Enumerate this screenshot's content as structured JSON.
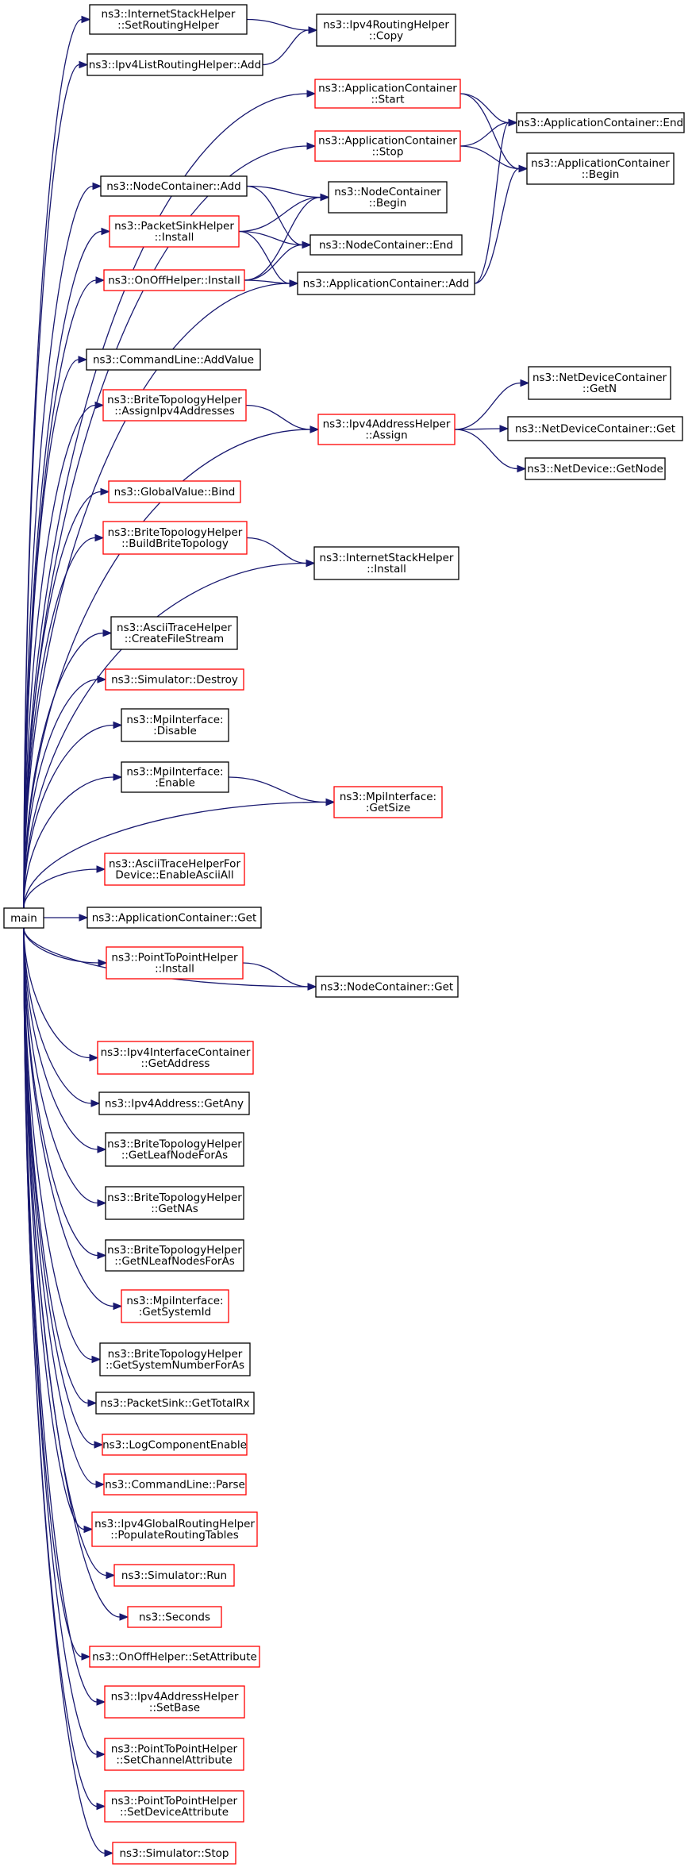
{
  "colors": {
    "edge": "#191970",
    "border_normal": "#000000",
    "border_highlight": "#ff0000",
    "root_fill": "#bfbfbf",
    "background": "#ffffff"
  },
  "root": {
    "id": "main",
    "label": "main"
  },
  "nodes": [
    {
      "id": "n1",
      "lines": [
        "ns3::InternetStackHelper",
        "::SetRoutingHelper"
      ],
      "style": "normal"
    },
    {
      "id": "n2",
      "lines": [
        "ns3::Ipv4RoutingHelper",
        "::Copy"
      ],
      "style": "normal"
    },
    {
      "id": "n3",
      "lines": [
        "ns3::Ipv4ListRoutingHelper::Add"
      ],
      "style": "normal"
    },
    {
      "id": "n4",
      "lines": [
        "ns3::ApplicationContainer",
        "::Start"
      ],
      "style": "red"
    },
    {
      "id": "n5",
      "lines": [
        "ns3::ApplicationContainer::End"
      ],
      "style": "normal"
    },
    {
      "id": "n6",
      "lines": [
        "ns3::ApplicationContainer",
        "::Stop"
      ],
      "style": "red"
    },
    {
      "id": "n7",
      "lines": [
        "ns3::ApplicationContainer",
        "::Begin"
      ],
      "style": "normal"
    },
    {
      "id": "n8",
      "lines": [
        "ns3::NodeContainer::Add"
      ],
      "style": "normal"
    },
    {
      "id": "n9",
      "lines": [
        "ns3::NodeContainer",
        "::Begin"
      ],
      "style": "normal"
    },
    {
      "id": "n10",
      "lines": [
        "ns3::PacketSinkHelper",
        "::Install"
      ],
      "style": "red"
    },
    {
      "id": "n11",
      "lines": [
        "ns3::NodeContainer::End"
      ],
      "style": "normal"
    },
    {
      "id": "n12",
      "lines": [
        "ns3::OnOffHelper::Install"
      ],
      "style": "red"
    },
    {
      "id": "n13",
      "lines": [
        "ns3::ApplicationContainer::Add"
      ],
      "style": "normal"
    },
    {
      "id": "n14",
      "lines": [
        "ns3::CommandLine::AddValue"
      ],
      "style": "normal"
    },
    {
      "id": "n15",
      "lines": [
        "ns3::BriteTopologyHelper",
        "::AssignIpv4Addresses"
      ],
      "style": "red"
    },
    {
      "id": "n16",
      "lines": [
        "ns3::NetDeviceContainer",
        "::GetN"
      ],
      "style": "normal"
    },
    {
      "id": "n17",
      "lines": [
        "ns3::Ipv4AddressHelper",
        "::Assign"
      ],
      "style": "red"
    },
    {
      "id": "n18",
      "lines": [
        "ns3::NetDeviceContainer::Get"
      ],
      "style": "normal"
    },
    {
      "id": "n19",
      "lines": [
        "ns3::NetDevice::GetNode"
      ],
      "style": "normal"
    },
    {
      "id": "n20",
      "lines": [
        "ns3::GlobalValue::Bind"
      ],
      "style": "red"
    },
    {
      "id": "n21",
      "lines": [
        "ns3::BriteTopologyHelper",
        "::BuildBriteTopology"
      ],
      "style": "red"
    },
    {
      "id": "n22",
      "lines": [
        "ns3::InternetStackHelper",
        "::Install"
      ],
      "style": "normal"
    },
    {
      "id": "n23",
      "lines": [
        "ns3::AsciiTraceHelper",
        "::CreateFileStream"
      ],
      "style": "normal"
    },
    {
      "id": "n24",
      "lines": [
        "ns3::Simulator::Destroy"
      ],
      "style": "red"
    },
    {
      "id": "n25",
      "lines": [
        "ns3::MpiInterface:",
        ":Disable"
      ],
      "style": "normal"
    },
    {
      "id": "n26",
      "lines": [
        "ns3::MpiInterface:",
        ":Enable"
      ],
      "style": "normal"
    },
    {
      "id": "n27",
      "lines": [
        "ns3::MpiInterface:",
        ":GetSize"
      ],
      "style": "red"
    },
    {
      "id": "n28",
      "lines": [
        "ns3::AsciiTraceHelperFor",
        "Device::EnableAsciiAll"
      ],
      "style": "red"
    },
    {
      "id": "n29",
      "lines": [
        "ns3::ApplicationContainer::Get"
      ],
      "style": "normal"
    },
    {
      "id": "n30",
      "lines": [
        "ns3::PointToPointHelper",
        "::Install"
      ],
      "style": "red"
    },
    {
      "id": "n31",
      "lines": [
        "ns3::NodeContainer::Get"
      ],
      "style": "normal"
    },
    {
      "id": "n32",
      "lines": [
        "ns3::Ipv4InterfaceContainer",
        "::GetAddress"
      ],
      "style": "red"
    },
    {
      "id": "n33",
      "lines": [
        "ns3::Ipv4Address::GetAny"
      ],
      "style": "normal"
    },
    {
      "id": "n34",
      "lines": [
        "ns3::BriteTopologyHelper",
        "::GetLeafNodeForAs"
      ],
      "style": "normal"
    },
    {
      "id": "n35",
      "lines": [
        "ns3::BriteTopologyHelper",
        "::GetNAs"
      ],
      "style": "normal"
    },
    {
      "id": "n36",
      "lines": [
        "ns3::BriteTopologyHelper",
        "::GetNLeafNodesForAs"
      ],
      "style": "normal"
    },
    {
      "id": "n37",
      "lines": [
        "ns3::MpiInterface:",
        ":GetSystemId"
      ],
      "style": "red"
    },
    {
      "id": "n38",
      "lines": [
        "ns3::BriteTopologyHelper",
        "::GetSystemNumberForAs"
      ],
      "style": "normal"
    },
    {
      "id": "n39",
      "lines": [
        "ns3::PacketSink::GetTotalRx"
      ],
      "style": "normal"
    },
    {
      "id": "n40",
      "lines": [
        "ns3::LogComponentEnable"
      ],
      "style": "red"
    },
    {
      "id": "n41",
      "lines": [
        "ns3::CommandLine::Parse"
      ],
      "style": "red"
    },
    {
      "id": "n42",
      "lines": [
        "ns3::Ipv4GlobalRoutingHelper",
        "::PopulateRoutingTables"
      ],
      "style": "red"
    },
    {
      "id": "n43",
      "lines": [
        "ns3::Simulator::Run"
      ],
      "style": "red"
    },
    {
      "id": "n44",
      "lines": [
        "ns3::Seconds"
      ],
      "style": "red"
    },
    {
      "id": "n45",
      "lines": [
        "ns3::OnOffHelper::SetAttribute"
      ],
      "style": "red"
    },
    {
      "id": "n46",
      "lines": [
        "ns3::Ipv4AddressHelper",
        "::SetBase"
      ],
      "style": "red"
    },
    {
      "id": "n47",
      "lines": [
        "ns3::PointToPointHelper",
        "::SetChannelAttribute"
      ],
      "style": "red"
    },
    {
      "id": "n48",
      "lines": [
        "ns3::PointToPointHelper",
        "::SetDeviceAttribute"
      ],
      "style": "red"
    },
    {
      "id": "n49",
      "lines": [
        "ns3::Simulator::Stop"
      ],
      "style": "red"
    }
  ],
  "edges": [
    [
      "main",
      "n1"
    ],
    [
      "main",
      "n3"
    ],
    [
      "main",
      "n4"
    ],
    [
      "main",
      "n6"
    ],
    [
      "main",
      "n8"
    ],
    [
      "main",
      "n10"
    ],
    [
      "main",
      "n12"
    ],
    [
      "main",
      "n13"
    ],
    [
      "main",
      "n14"
    ],
    [
      "main",
      "n15"
    ],
    [
      "main",
      "n17"
    ],
    [
      "main",
      "n20"
    ],
    [
      "main",
      "n21"
    ],
    [
      "main",
      "n22"
    ],
    [
      "main",
      "n23"
    ],
    [
      "main",
      "n24"
    ],
    [
      "main",
      "n25"
    ],
    [
      "main",
      "n26"
    ],
    [
      "main",
      "n27"
    ],
    [
      "main",
      "n28"
    ],
    [
      "main",
      "n29"
    ],
    [
      "main",
      "n30"
    ],
    [
      "main",
      "n31"
    ],
    [
      "main",
      "n32"
    ],
    [
      "main",
      "n33"
    ],
    [
      "main",
      "n34"
    ],
    [
      "main",
      "n35"
    ],
    [
      "main",
      "n36"
    ],
    [
      "main",
      "n37"
    ],
    [
      "main",
      "n38"
    ],
    [
      "main",
      "n39"
    ],
    [
      "main",
      "n40"
    ],
    [
      "main",
      "n41"
    ],
    [
      "main",
      "n42"
    ],
    [
      "main",
      "n43"
    ],
    [
      "main",
      "n44"
    ],
    [
      "main",
      "n45"
    ],
    [
      "main",
      "n46"
    ],
    [
      "main",
      "n47"
    ],
    [
      "main",
      "n48"
    ],
    [
      "main",
      "n49"
    ],
    [
      "n1",
      "n2"
    ],
    [
      "n3",
      "n2"
    ],
    [
      "n4",
      "n5"
    ],
    [
      "n4",
      "n7"
    ],
    [
      "n6",
      "n5"
    ],
    [
      "n6",
      "n7"
    ],
    [
      "n8",
      "n9"
    ],
    [
      "n8",
      "n11"
    ],
    [
      "n10",
      "n9"
    ],
    [
      "n10",
      "n11"
    ],
    [
      "n10",
      "n13"
    ],
    [
      "n12",
      "n9"
    ],
    [
      "n12",
      "n11"
    ],
    [
      "n12",
      "n13"
    ],
    [
      "n13",
      "n5"
    ],
    [
      "n13",
      "n7"
    ],
    [
      "n15",
      "n17"
    ],
    [
      "n17",
      "n16"
    ],
    [
      "n17",
      "n18"
    ],
    [
      "n17",
      "n19"
    ],
    [
      "n21",
      "n22"
    ],
    [
      "n26",
      "n27"
    ],
    [
      "n30",
      "n31"
    ]
  ]
}
